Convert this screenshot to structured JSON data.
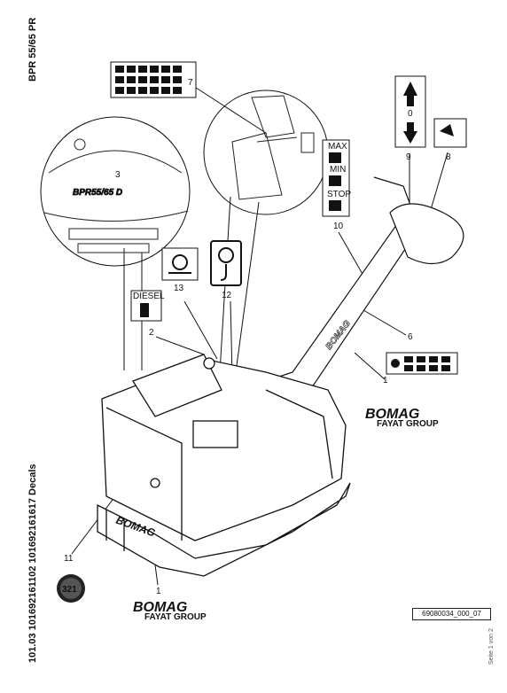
{
  "document": {
    "model": "BPR 55/65 PR",
    "doc_title": "101.03 101692161102 101692161617 Decals",
    "page_label": "Seite 1 von 2",
    "part_number": "69080034_000_07"
  },
  "callouts": [
    "1",
    "1",
    "2",
    "3",
    "6",
    "7",
    "8",
    "9",
    "10",
    "11",
    "12",
    "13"
  ],
  "decals": {
    "model_plate": "BPR55/65 D",
    "fuel_label": "DIESEL",
    "throttle_max": "MAX",
    "throttle_min": "MIN",
    "throttle_stop": "STOP",
    "gauge_value": "0",
    "brand": "BOMAG",
    "brand_sub": "FAYAT GROUP",
    "badge_number": "321"
  }
}
